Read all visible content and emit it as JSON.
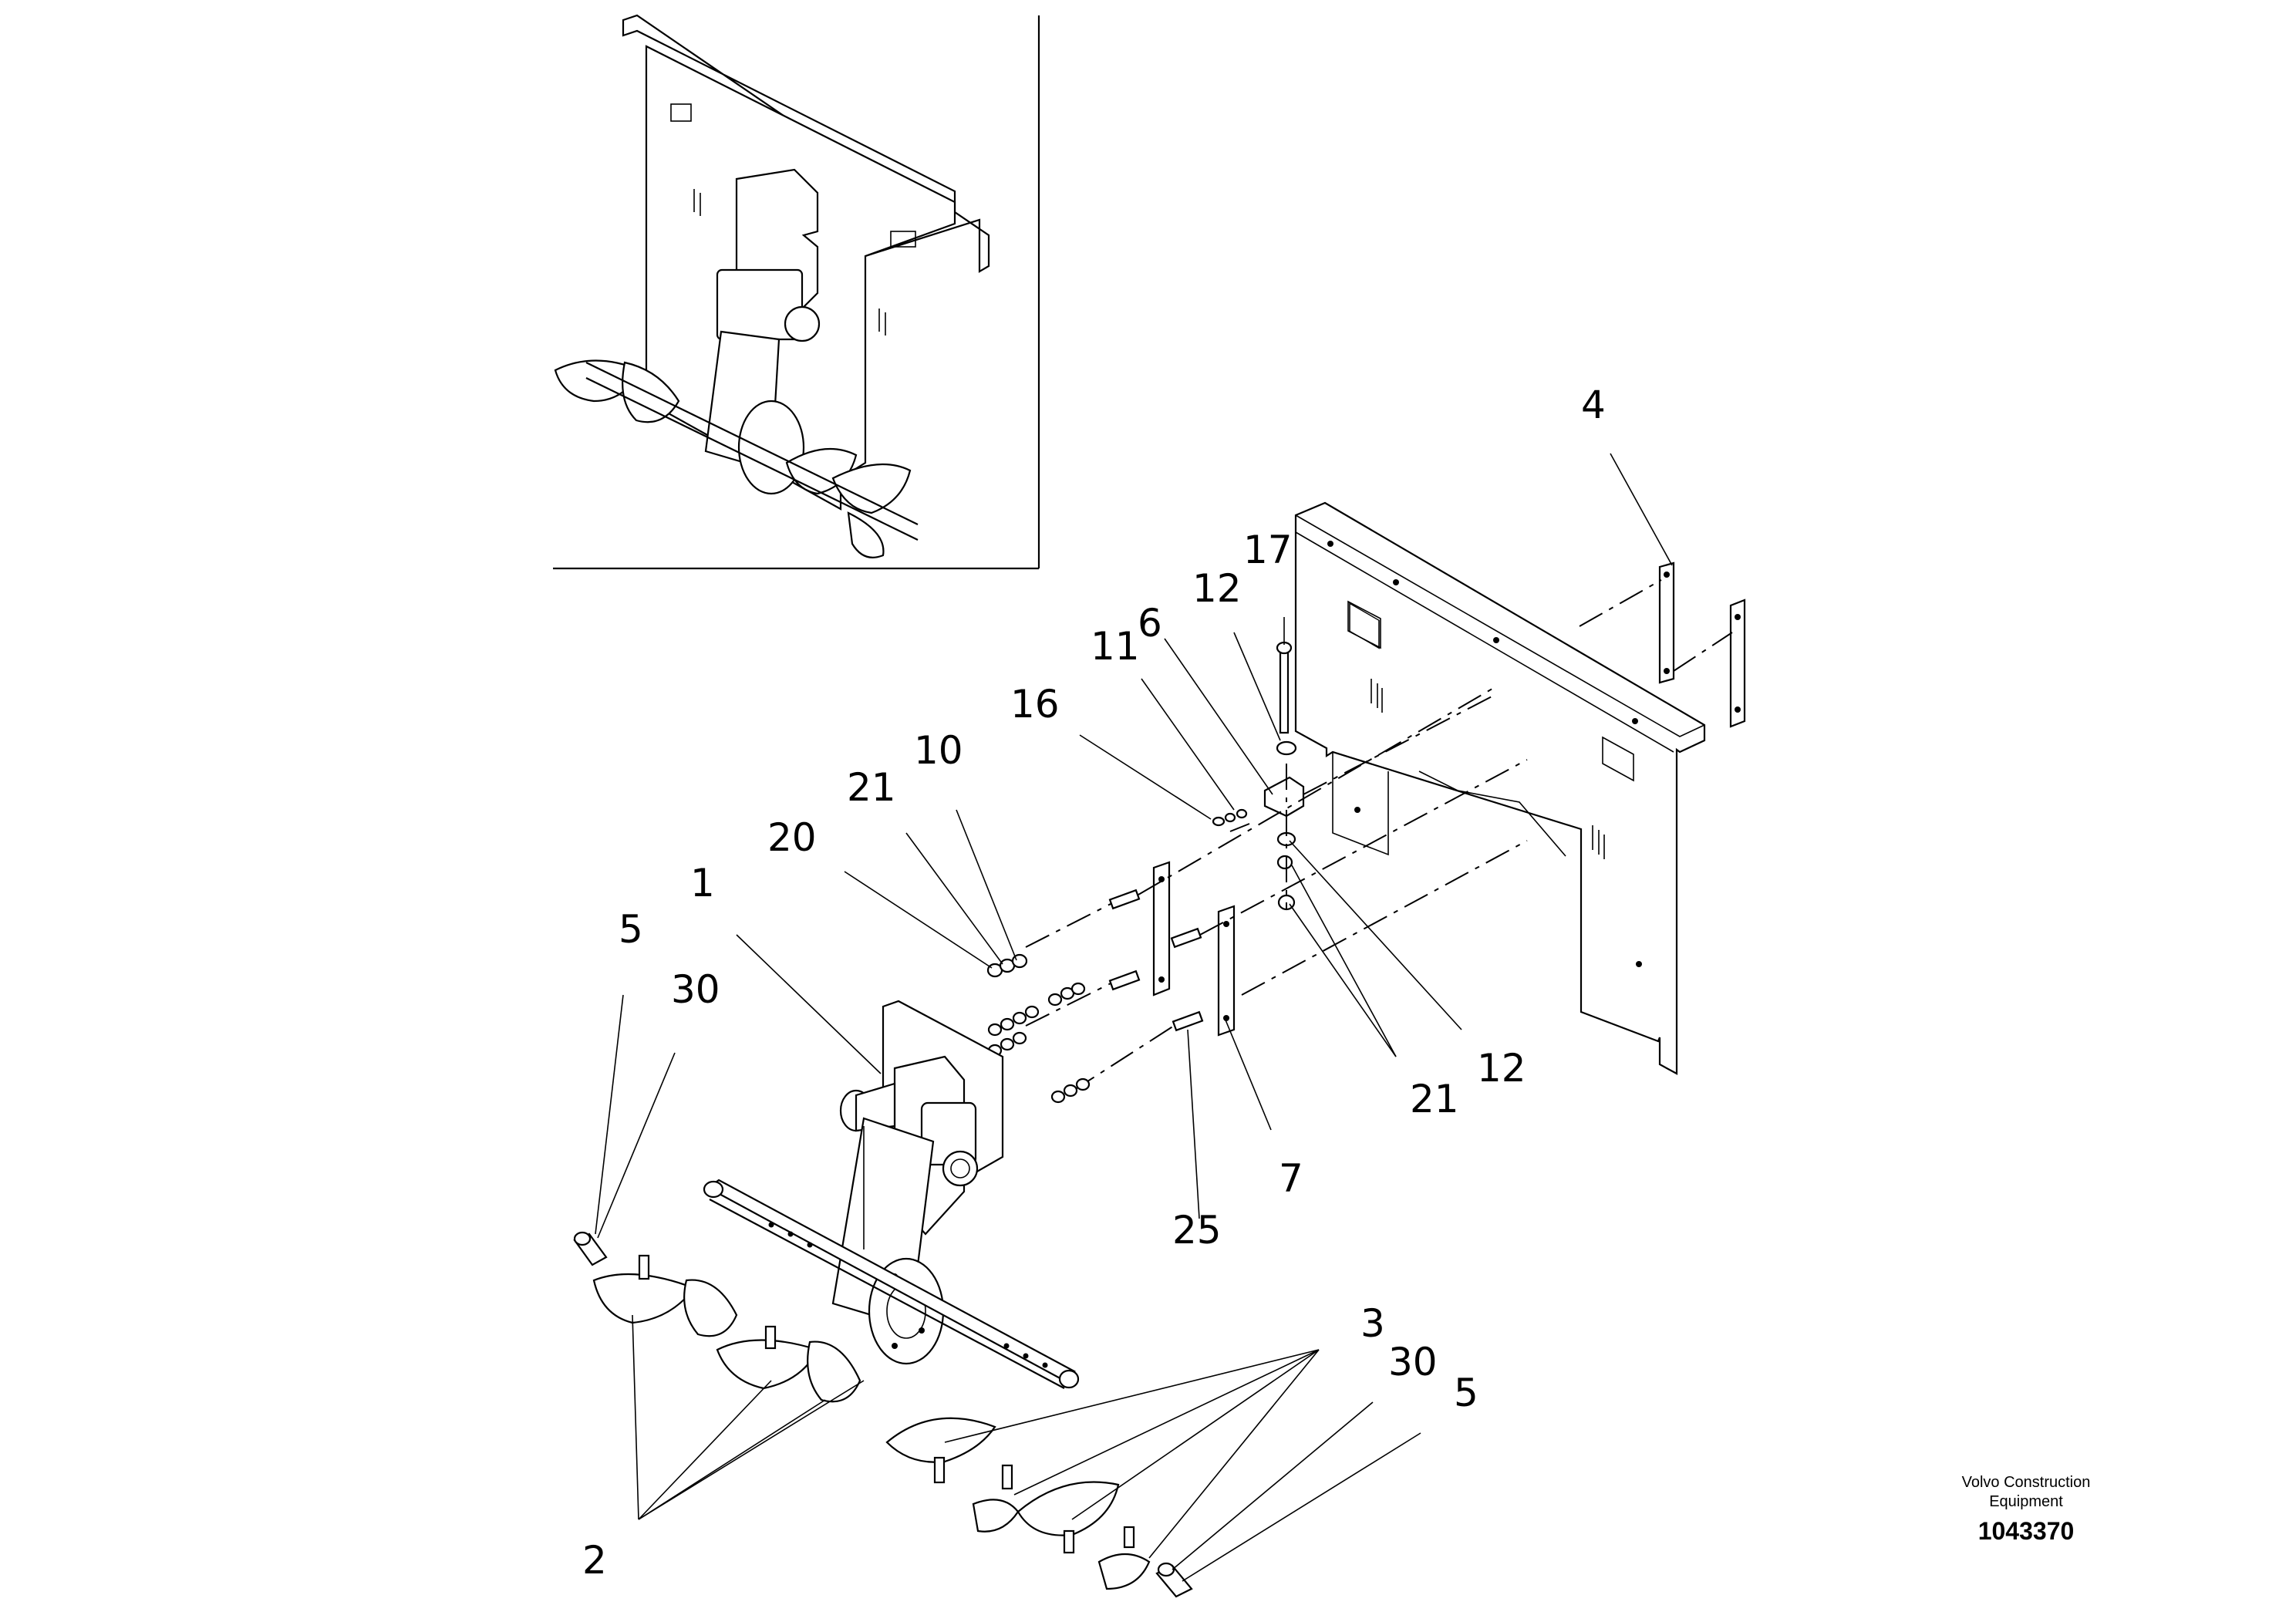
{
  "callouts": {
    "c4": "4",
    "c17": "17",
    "c12a": "12",
    "c6": "6",
    "c11": "11",
    "c16": "16",
    "c10": "10",
    "c21a": "21",
    "c20": "20",
    "c1": "1",
    "c5a": "5",
    "c30a": "30",
    "c21b": "21",
    "c12b": "12",
    "c7": "7",
    "c25": "25",
    "c3": "3",
    "c30b": "30",
    "c5b": "5",
    "c2": "2"
  },
  "title_block": {
    "brand_line1": "Volvo Construction",
    "brand_line2": "Equipment",
    "document_number": "1043370"
  }
}
